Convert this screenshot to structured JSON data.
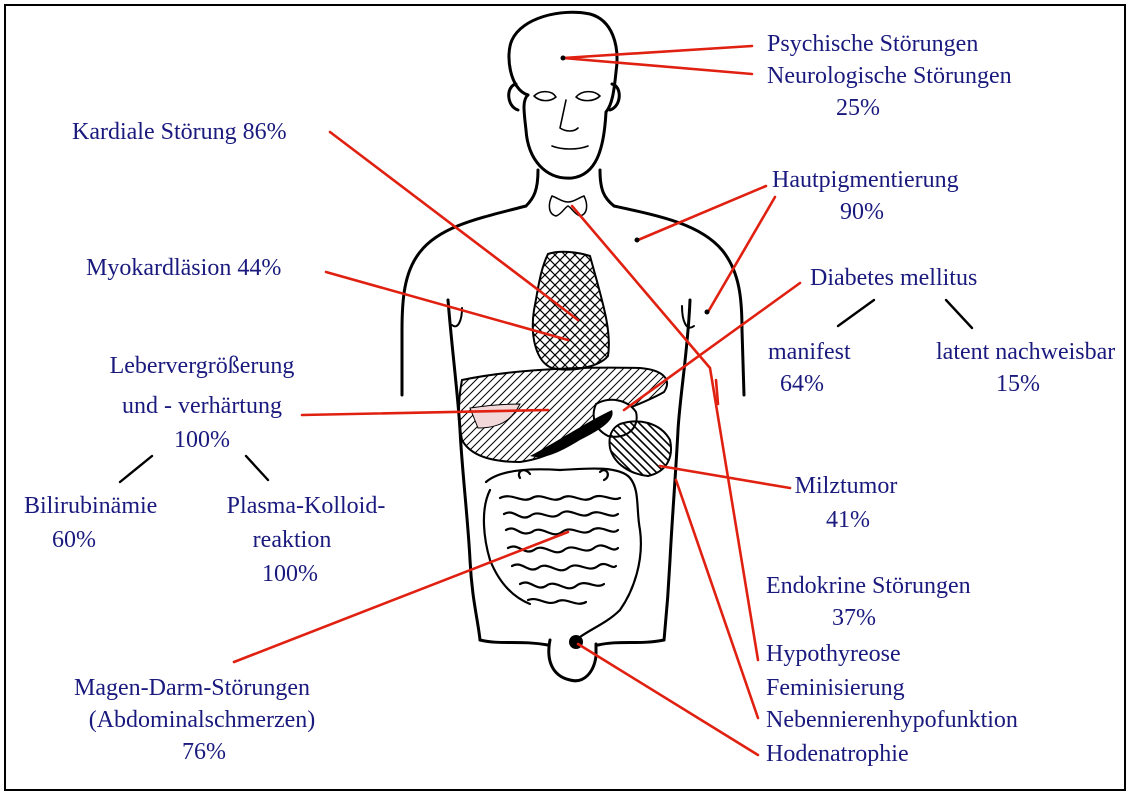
{
  "colors": {
    "text": "#1a1a7e",
    "leader_line": "#e02010",
    "outline": "#000000",
    "frame": "#000000"
  },
  "labels": {
    "psychisch": "Psychische Störungen",
    "neurologisch": "Neurologische Störungen",
    "neuro_pct": "25%",
    "kardial": "Kardiale Störung  86%",
    "haut": "Hautpigmentierung",
    "haut_pct": "90%",
    "myokard": "Myokardläsion  44%",
    "diabetes": "Diabetes mellitus",
    "manifest": "manifest",
    "manifest_pct": "64%",
    "latent": "latent nachweisbar",
    "latent_pct": "15%",
    "leber1": "Lebervergrößerung",
    "leber2": "und - verhärtung",
    "leber_pct": "100%",
    "bilirubin": "Bilirubinämie",
    "bilirubin_pct": "60%",
    "plasma1": "Plasma-Kolloid-",
    "plasma2": "reaktion",
    "plasma_pct": "100%",
    "milz": "Milztumor",
    "milz_pct": "41%",
    "endokrin": "Endokrine Störungen",
    "endokrin_pct": "37%",
    "hypo": "Hypothyreose",
    "femin": "Feminisierung",
    "nebenniere": "Nebennierenhypofunktion",
    "hoden": "Hodenatrophie",
    "magen1": "Magen-Darm-Störungen",
    "magen2": "(Abdominalschmerzen)",
    "magen_pct": "76%"
  }
}
